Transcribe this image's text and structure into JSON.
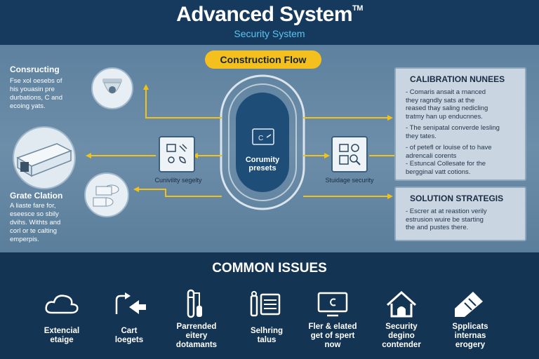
{
  "header": {
    "title": "Advanced System",
    "trademark": "TM",
    "subtitle": "Security System"
  },
  "flow": {
    "label": "Construction Flow",
    "center_label_1": "Corumity",
    "center_label_2": "presets",
    "left_label": "Cunivility segelty",
    "right_label": "Stuidage security"
  },
  "left": {
    "top_heading": "Consructing",
    "top_lines": [
      "Fse xol oesebs of",
      "his youasin pre",
      "durbations, C and",
      "ecoing yats."
    ],
    "bottom_heading": "Grate Clation",
    "bottom_lines": [
      "A liaste fare for,",
      "eseesce so sbily",
      "dvihs. Withts and",
      "corl or te calting",
      "emperpis."
    ]
  },
  "calibration": {
    "title": "CALIBRATION NUNEES",
    "items": [
      [
        "- Comaris ansait a rnanced",
        "they ragndly sats at the",
        "reased thay saling nedicling",
        "tratmy han up enducnnes."
      ],
      [
        "- The senipatal converde lesling",
        "they tates."
      ],
      [
        "- of petefl or louise of to have",
        "adrencali corents"
      ],
      [
        "- Estuncal Collesate for the",
        "bergginal vatt cotions."
      ]
    ]
  },
  "solution": {
    "title": "SOLUTION STRATEGIS",
    "lines": [
      "- Escrer at at reastion verily",
      "estrusion wuire be starting",
      "the and pustes there."
    ]
  },
  "issues": {
    "title": "COMMON ISSUES",
    "items": [
      {
        "icon": "cloud-icon",
        "line1": "Extencial",
        "line2": "etaige",
        "line3": ""
      },
      {
        "icon": "arrow-tab-icon",
        "line1": "Cart",
        "line2": "loegets",
        "line3": ""
      },
      {
        "icon": "pipette-icon",
        "line1": "Parrended",
        "line2": "eitery",
        "line3": "dotamants"
      },
      {
        "icon": "document-list-icon",
        "line1": "Selhring",
        "line2": "talus",
        "line3": ""
      },
      {
        "icon": "monitor-icon",
        "line1": "Fler & elated",
        "line2": "get of spert",
        "line3": "now"
      },
      {
        "icon": "home-shield-icon",
        "line1": "Security",
        "line2": "degino",
        "line3": "contender"
      },
      {
        "icon": "pen-icon",
        "line1": "Spplicats",
        "line2": "internas",
        "line3": "erogery"
      }
    ]
  },
  "colors": {
    "header_bg": "#163a5e",
    "accent_yellow": "#f4c01e",
    "subtitle_blue": "#5cc3f0",
    "panel_bg": "#c9d6e1"
  }
}
